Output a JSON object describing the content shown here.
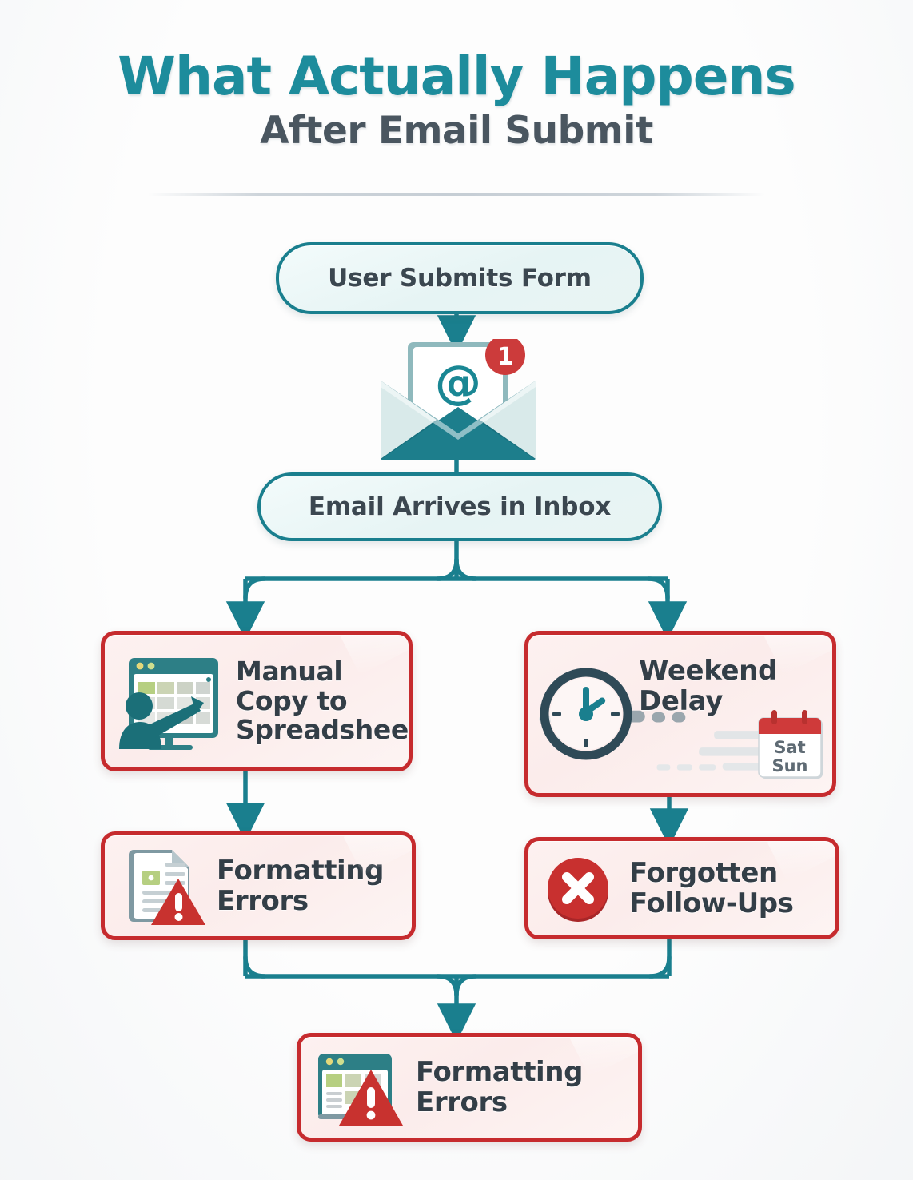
{
  "header": {
    "title_main": "What Actually Happens",
    "title_sub": "After Email Submit",
    "title_color": "#1d8c9c",
    "subtitle_color": "#4a5660"
  },
  "theme": {
    "teal": "#1a7f8e",
    "teal_dark": "#14707f",
    "red": "#c62b2e",
    "red_icon": "#c8322f",
    "slate": "#3b4750",
    "card_fill": "#fbeceb",
    "pill_fill": "#e9f4f3",
    "background": "#fdfdfd"
  },
  "flow": {
    "nodes": [
      {
        "id": "submit",
        "label": "User Submits Form",
        "type": "pill"
      },
      {
        "id": "inbox",
        "label": "Email Arrives in Inbox",
        "type": "pill"
      },
      {
        "id": "manual",
        "label": "Manual\nCopy to\nSpreadsheet",
        "type": "problem-card",
        "icon": "person-spreadsheet-icon"
      },
      {
        "id": "weekend",
        "label": "Weekend\nDelay",
        "type": "problem-card",
        "icon": "clock-icon"
      },
      {
        "id": "formatting",
        "label": "Formatting\nErrors",
        "type": "problem-card",
        "icon": "document-warning-icon"
      },
      {
        "id": "forgotten",
        "label": "Forgotten\nFollow-Ups",
        "type": "problem-card",
        "icon": "error-circle-icon"
      },
      {
        "id": "bottom",
        "label": "Formatting\nErrors",
        "type": "problem-card",
        "icon": "spreadsheet-warning-icon"
      }
    ],
    "edges": [
      {
        "from": "submit",
        "to": "envelope",
        "style": "arrow-down"
      },
      {
        "from": "envelope",
        "to": "inbox",
        "style": "line-down"
      },
      {
        "from": "inbox",
        "to": "manual",
        "style": "branch-left"
      },
      {
        "from": "inbox",
        "to": "weekend",
        "style": "branch-right"
      },
      {
        "from": "manual",
        "to": "formatting",
        "style": "arrow-down"
      },
      {
        "from": "weekend",
        "to": "forgotten",
        "style": "arrow-down"
      },
      {
        "from": "formatting",
        "to": "bottom",
        "style": "merge-left"
      },
      {
        "from": "forgotten",
        "to": "bottom",
        "style": "merge-right"
      }
    ]
  },
  "nodes": {
    "submit": {
      "label": "User Submits Form"
    },
    "inbox": {
      "label": "Email Arrives in Inbox"
    },
    "manual": {
      "line1": "Manual",
      "line2": "Copy to",
      "line3": "Spreadsheet"
    },
    "weekend": {
      "line1": "Weekend",
      "line2": "Delay"
    },
    "formatting": {
      "line1": "Formatting",
      "line2": "Errors"
    },
    "forgotten": {
      "line1": "Forgotten",
      "line2": "Follow-Ups"
    },
    "bottom": {
      "line1": "Formatting",
      "line2": "Errors"
    }
  },
  "envelope": {
    "badge_count": "1",
    "at_symbol": "@",
    "badge_color": "#cc3b3b"
  },
  "calendar": {
    "day1": "Sat",
    "day2": "Sun",
    "header_color": "#cf3a3a"
  }
}
